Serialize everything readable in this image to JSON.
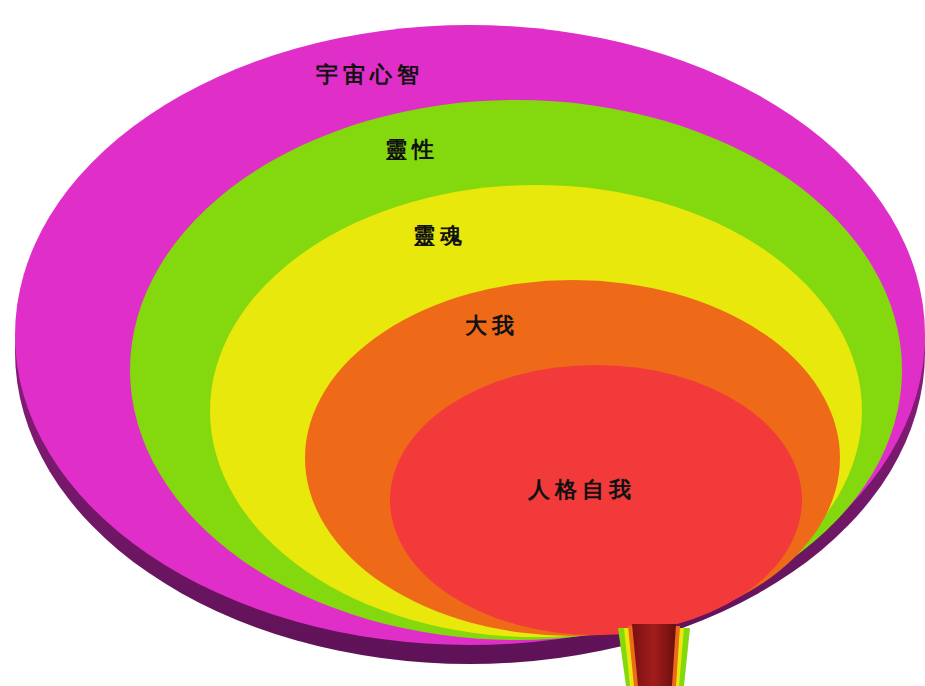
{
  "diagram": {
    "nodes": [
      {
        "text": [
          "宇宙心智"
        ]
      },
      {
        "text": [
          "靈性"
        ],
        "in": 0
      },
      {
        "text": [
          "靈魂"
        ],
        "in": 1
      },
      {
        "text": [
          "大我"
        ],
        "in": 2
      },
      {
        "text": [
          "人格自我"
        ],
        "in": 3
      }
    ]
  }
}
